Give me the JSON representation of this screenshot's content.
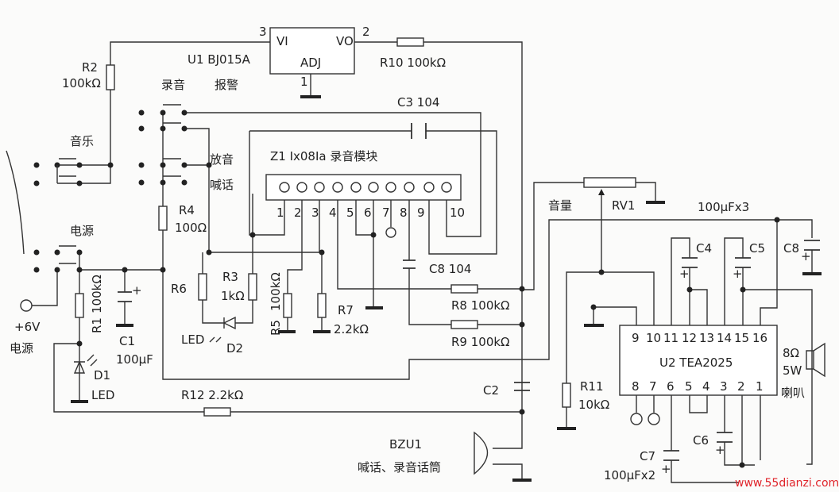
{
  "colors": {
    "ink": "#222222",
    "watermark": "#e0242a"
  },
  "u1": {
    "name": "U1  BJ015A",
    "vi": "VI",
    "vo": "VO",
    "adj": "ADJ",
    "pin3": "3",
    "pin2": "2",
    "pin1": "1",
    "function": "报警"
  },
  "resistors": {
    "r1": {
      "ref": "R1",
      "value": "100kΩ"
    },
    "r2": {
      "ref": "R2",
      "value": "100kΩ"
    },
    "r3": {
      "ref": "R3",
      "value": "1kΩ"
    },
    "r4": {
      "ref": "R4",
      "value": "100Ω"
    },
    "r5": {
      "ref": "R5",
      "value": "100kΩ"
    },
    "r6": {
      "ref": "R6"
    },
    "r7": {
      "ref": "R7",
      "value": "2.2kΩ"
    },
    "r8": {
      "label": "R8  100kΩ"
    },
    "r9": {
      "label": "R9  100kΩ"
    },
    "r10": {
      "label": "R10  100kΩ"
    },
    "r11": {
      "ref": "R11",
      "value": "10kΩ"
    },
    "r12": {
      "label": "R12  2.2kΩ"
    }
  },
  "capacitors": {
    "c1": {
      "ref": "C1",
      "value": "100μF"
    },
    "c2": {
      "ref": "C2"
    },
    "c3": {
      "label": "C3  104"
    },
    "c4": {
      "ref": "C4"
    },
    "c5": {
      "ref": "C5"
    },
    "c6": {
      "ref": "C6"
    },
    "c7": {
      "ref": "C7",
      "value": "100μFx2"
    },
    "c8a": {
      "label": "C8  104"
    },
    "c8b": {
      "ref": "C8"
    },
    "group_value": "100μFx3",
    "plus": "+"
  },
  "switches": {
    "record": "录音",
    "music": "音乐",
    "power": "电源",
    "play_line1": "放音",
    "play_line2": "喊话"
  },
  "power": {
    "voltage": "+6V",
    "label": "电源"
  },
  "d1": {
    "ref": "D1",
    "type": "LED"
  },
  "d2": {
    "ref": "D2",
    "type": "LED"
  },
  "z1": {
    "label": "Z1  Ix08Ia  录音模块",
    "pins": [
      "1",
      "2",
      "3",
      "4",
      "5",
      "6",
      "7",
      "8",
      "9",
      "10"
    ]
  },
  "rv1": {
    "ref": "RV1",
    "label": "音量"
  },
  "u2": {
    "name": "U2  TEA2025",
    "top_pins": [
      "9",
      "10",
      "11",
      "12",
      "13",
      "14",
      "15",
      "16"
    ],
    "bottom_pins": [
      "8",
      "7",
      "6",
      "5",
      "4",
      "3",
      "2",
      "1"
    ]
  },
  "speaker": {
    "impedance": "8Ω",
    "power": "5W",
    "label": "喇叭"
  },
  "mic": {
    "ref": "BZU1",
    "label": "喊话、录音话筒"
  },
  "watermark": "www.55dianzi.com"
}
